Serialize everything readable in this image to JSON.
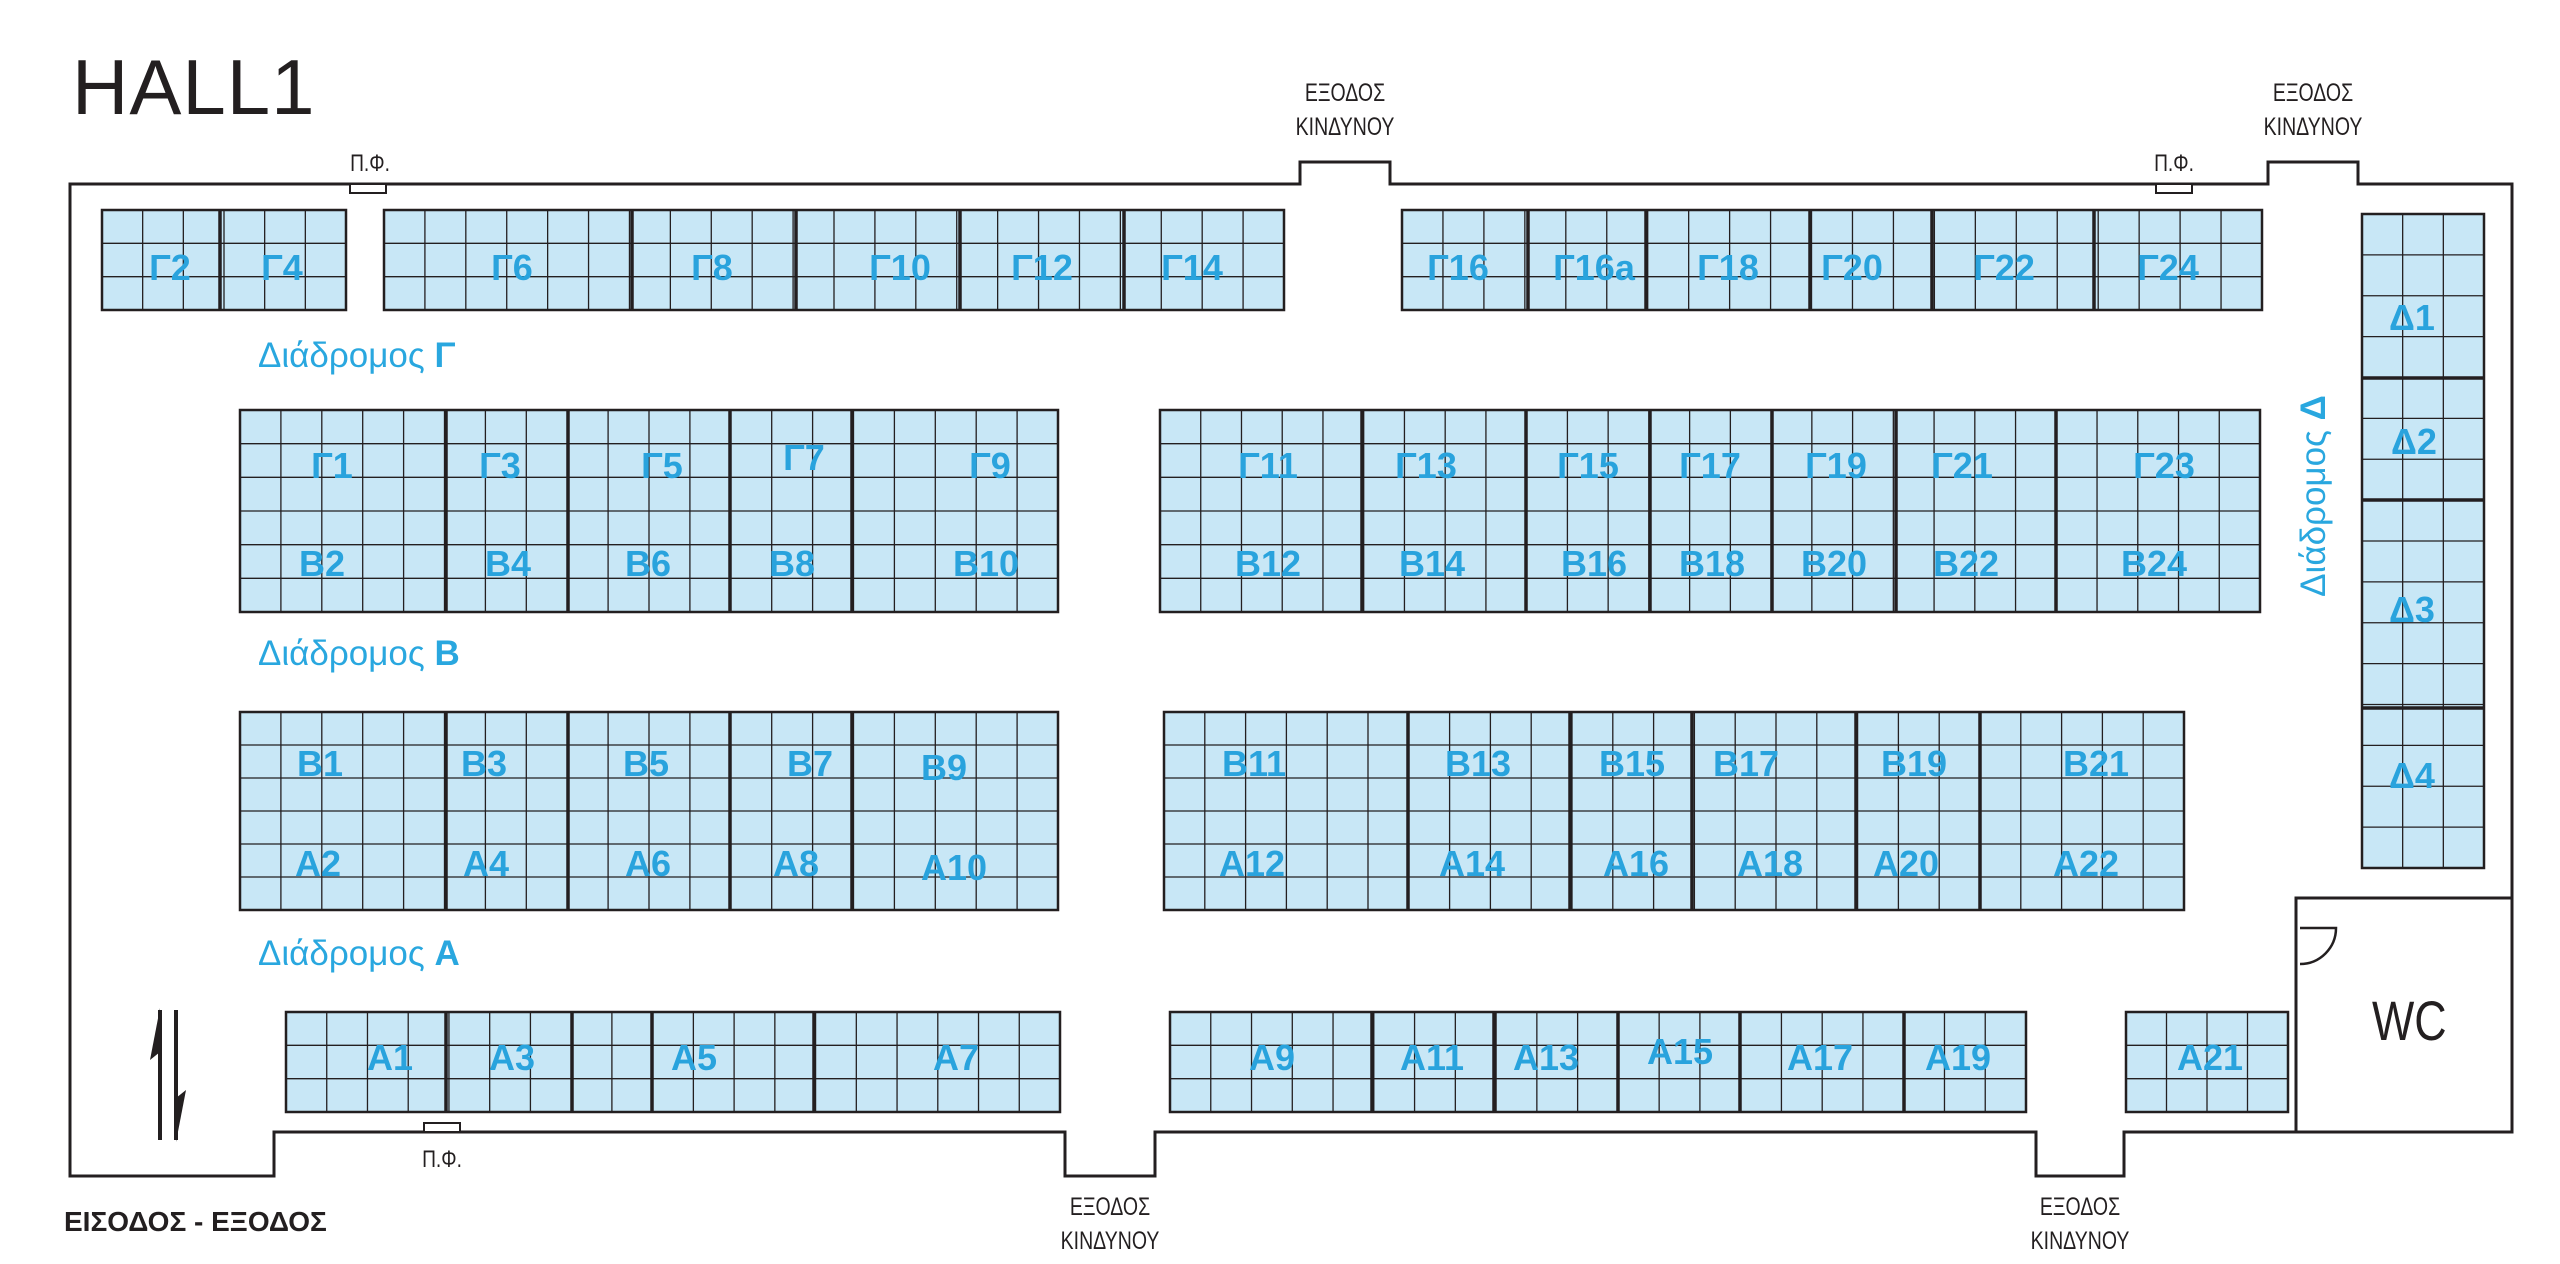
{
  "hall_title": "HALL1",
  "entrance_label": "ΕΙΣΟΔΟΣ - ΕΞΟΔΟΣ",
  "emergency_exit": {
    "line1": "ΕΞΟΔΟΣ",
    "line2": "ΚΙΝΔΥΝΟΥ"
  },
  "fire_extinguisher_label": "Π.Φ.",
  "wc_label": "WC",
  "corridors": {
    "prefix": "Διάδρομος",
    "g": "Γ",
    "b": "B",
    "a": "A",
    "d": "Δ"
  },
  "booths": {
    "top_row": [
      "Γ2",
      "Γ4",
      "Γ6",
      "Γ8",
      "Γ10",
      "Γ12",
      "Γ14",
      "Γ16",
      "Γ16a",
      "Γ18",
      "Γ20",
      "Γ22",
      "Γ24"
    ],
    "row_g_odd": [
      "Γ1",
      "Γ3",
      "Γ5",
      "Γ7",
      "Γ9",
      "Γ11",
      "Γ13",
      "Γ15",
      "Γ17",
      "Γ19",
      "Γ21",
      "Γ23"
    ],
    "row_b_even": [
      "B2",
      "B4",
      "B6",
      "B8",
      "B10",
      "B12",
      "B14",
      "B16",
      "B18",
      "B20",
      "B22",
      "B24"
    ],
    "row_b_odd": [
      "B1",
      "B3",
      "B5",
      "B7",
      "B9",
      "B11",
      "B13",
      "B15",
      "B17",
      "B19",
      "B21"
    ],
    "row_a_even": [
      "A2",
      "A4",
      "A6",
      "A8",
      "A10",
      "A12",
      "A14",
      "A16",
      "A18",
      "A20",
      "A22"
    ],
    "bottom_row": [
      "A1",
      "A3",
      "A5",
      "A7",
      "A9",
      "A11",
      "A13",
      "A15",
      "A17",
      "A19",
      "A21"
    ],
    "right_column": [
      "Δ1",
      "Δ2",
      "Δ3",
      "Δ4"
    ]
  },
  "colors": {
    "booth_fill": "#c8e7f6",
    "booth_text": "#29a3dd",
    "outline": "#231f20"
  }
}
